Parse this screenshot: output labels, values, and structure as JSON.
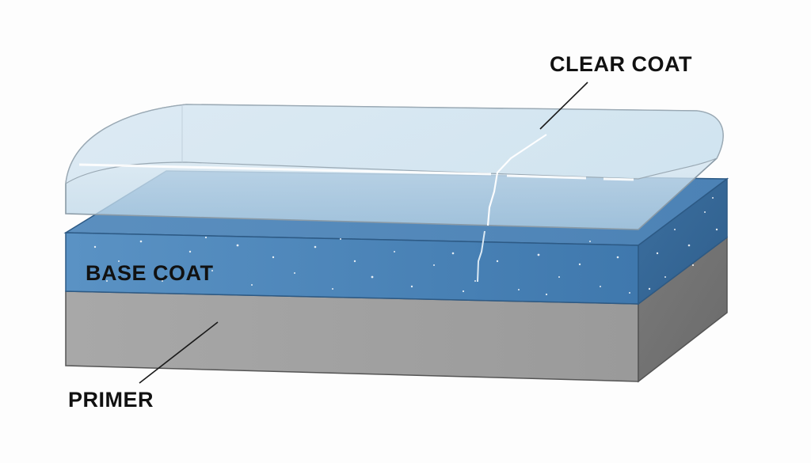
{
  "layers": {
    "clear_coat": {
      "label": "CLEAR COAT",
      "color": "#cfe3ef"
    },
    "base_coat": {
      "label": "BASE COAT",
      "color": "#4f86b8"
    },
    "primer": {
      "label": "PRIMER",
      "color": "#a3a3a3"
    }
  },
  "colors": {
    "background": "#fdfdfd",
    "label_text": "#111111",
    "leader_line": "#1a1a1a"
  }
}
